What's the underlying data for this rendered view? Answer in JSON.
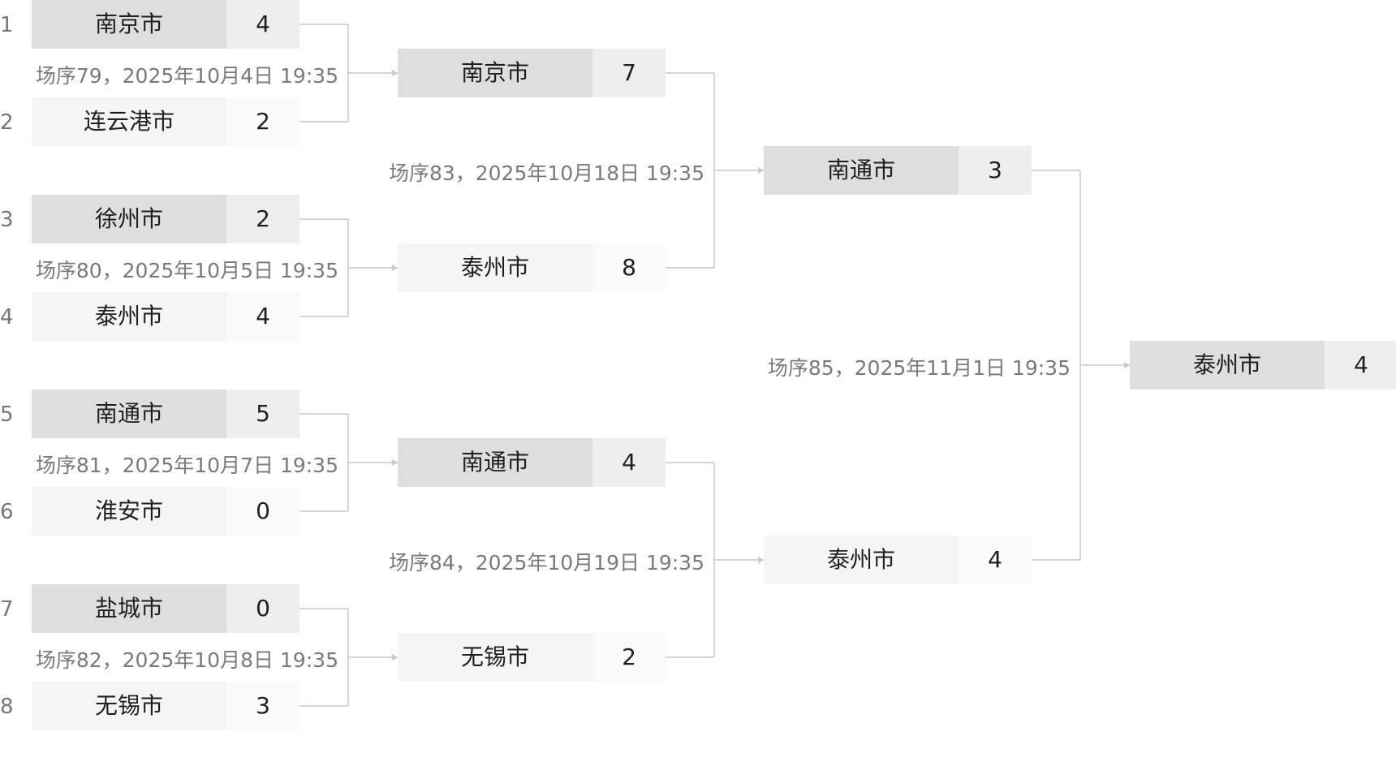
{
  "colors": {
    "winner_name_bg": "#dedede",
    "winner_score_bg": "#eeeeee",
    "loser_name_bg": "#f5f5f5",
    "loser_score_bg": "#fafafa",
    "connector": "#c8c8c8",
    "label_text": "#7a7a7a",
    "seed_text": "#777777"
  },
  "seeds": [
    "1",
    "2",
    "3",
    "4",
    "5",
    "6",
    "7",
    "8"
  ],
  "rounds": [
    {
      "matches": [
        {
          "label": "场序79，2025年10月4日 19:35",
          "teams": [
            {
              "name": "南京市",
              "score": "4"
            },
            {
              "name": "连云港市",
              "score": "2"
            }
          ]
        },
        {
          "label": "场序80，2025年10月5日 19:35",
          "teams": [
            {
              "name": "徐州市",
              "score": "2"
            },
            {
              "name": "泰州市",
              "score": "4"
            }
          ]
        },
        {
          "label": "场序81，2025年10月7日 19:35",
          "teams": [
            {
              "name": "南通市",
              "score": "5"
            },
            {
              "name": "淮安市",
              "score": "0"
            }
          ]
        },
        {
          "label": "场序82，2025年10月8日 19:35",
          "teams": [
            {
              "name": "盐城市",
              "score": "0"
            },
            {
              "name": "无锡市",
              "score": "3"
            }
          ]
        }
      ]
    },
    {
      "matches": [
        {
          "label": "场序83，2025年10月18日 19:35",
          "teams": [
            {
              "name": "南京市",
              "score": "7"
            },
            {
              "name": "泰州市",
              "score": "8"
            }
          ]
        },
        {
          "label": "场序84，2025年10月19日 19:35",
          "teams": [
            {
              "name": "南通市",
              "score": "4"
            },
            {
              "name": "无锡市",
              "score": "2"
            }
          ]
        }
      ]
    },
    {
      "matches": [
        {
          "label": "场序85，2025年11月1日 19:35",
          "teams": [
            {
              "name": "南通市",
              "score": "3"
            },
            {
              "name": "泰州市",
              "score": "4"
            }
          ]
        }
      ]
    }
  ],
  "champion": {
    "name": "泰州市",
    "score": "4"
  }
}
